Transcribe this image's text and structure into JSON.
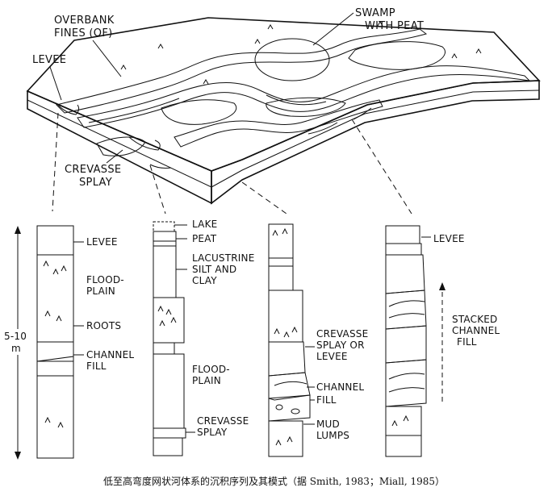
{
  "block_labels": {
    "overbank": "OVERBANK",
    "fines": "FINES (OF)",
    "levee": "LEVEE",
    "swamp": "SWAMP",
    "with_peat": "WITH PEAT",
    "crevasse": "CREVASSE",
    "splay": "SPLAY"
  },
  "scale": {
    "value": "5-10",
    "unit": "m"
  },
  "column1": {
    "levee": "LEVEE",
    "flood": "FLOOD-",
    "plain": "PLAIN",
    "roots": "ROOTS",
    "channel": "CHANNEL",
    "fill": "FILL"
  },
  "column2": {
    "lake": "LAKE",
    "peat": "PEAT",
    "lacustrine": "LACUSTRINE",
    "silt_and": "SILT AND",
    "clay": "CLAY",
    "flood": "FLOOD-",
    "plain": "PLAIN",
    "crevasse": "CREVASSE",
    "splay": "SPLAY"
  },
  "column3": {
    "crevasse": "CREVASSE",
    "splay_or": "SPLAY OR",
    "levee": "LEVEE",
    "channel": "CHANNEL",
    "fill": "FILL",
    "mud": "MUD",
    "lumps": "LUMPS"
  },
  "column4": {
    "levee": "LEVEE",
    "stacked": "STACKED",
    "channel": "CHANNEL",
    "fill": "FILL"
  },
  "caption": "低至高弯度网状河体系的沉积序列及其模式（据 Smith, 1983；Miall, 1985）"
}
